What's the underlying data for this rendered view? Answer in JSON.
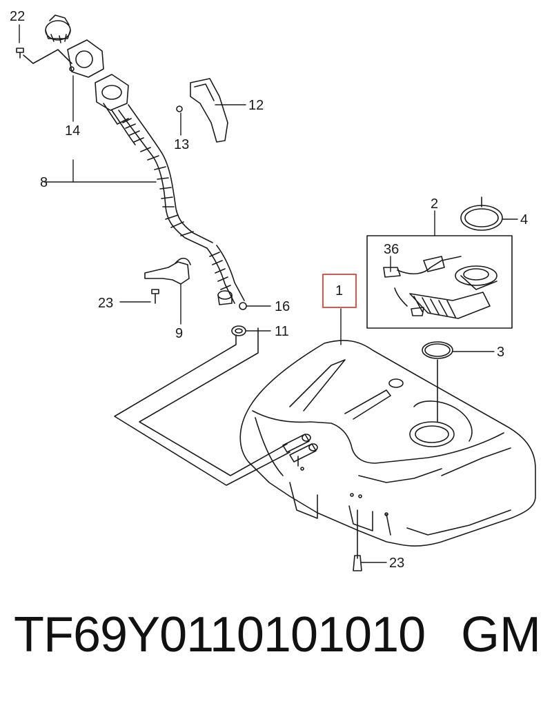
{
  "callouts": {
    "c22": "22",
    "c14": "14",
    "c8": "8",
    "c12": "12",
    "c13": "13",
    "c2": "2",
    "c4": "4",
    "c36": "36",
    "c1": "1",
    "c3": "3",
    "c23a": "23",
    "c16": "16",
    "c9": "9",
    "c11": "11",
    "c23b": "23"
  },
  "footer": {
    "part_number": "TF69Y0110101010",
    "brand": "GM"
  },
  "colors": {
    "highlight": "#d9534f",
    "line": "#1a1a1a"
  }
}
